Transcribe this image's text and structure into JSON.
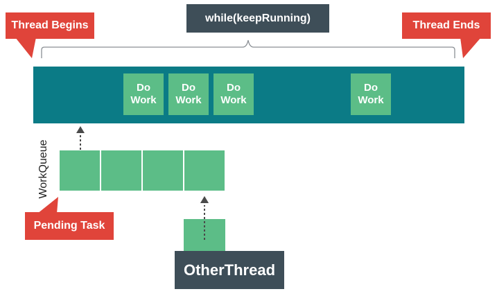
{
  "loop_label": "while(keepRunning)",
  "thread_begins": "Thread Begins",
  "thread_ends": "Thread Ends",
  "work_items": [
    {
      "line1": "Do",
      "line2": "Work"
    },
    {
      "line1": "Do",
      "line2": "Work"
    },
    {
      "line1": "Do",
      "line2": "Work"
    },
    {
      "line1": "Do",
      "line2": "Work"
    }
  ],
  "queue_label": "WorkQueue",
  "pending_task": "Pending Task",
  "other_thread": "OtherThread",
  "colors": {
    "callout_red": "#e0443a",
    "thread_bar_teal": "#0b7b86",
    "work_green": "#5cbd87",
    "dark_label": "#3e4e58"
  }
}
